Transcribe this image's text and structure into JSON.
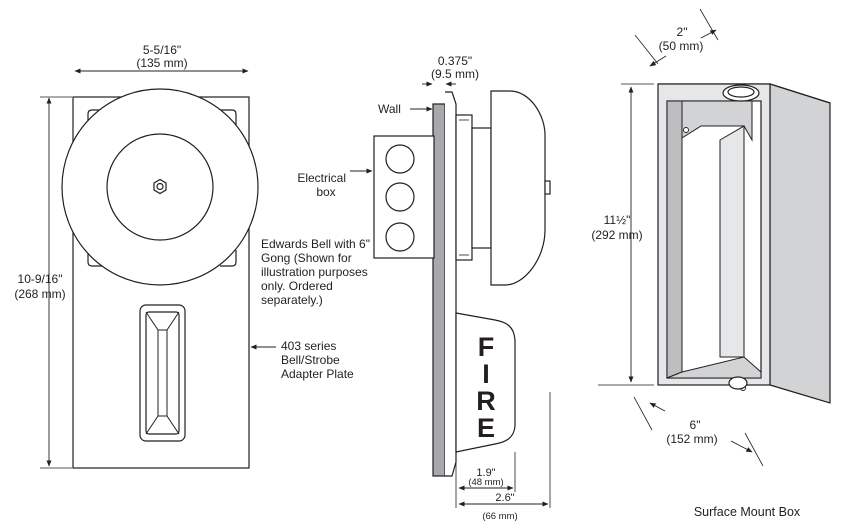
{
  "front_view": {
    "width_in": "5-5/16\"",
    "width_mm": "(135 mm)",
    "height_in": "10-9/16\"",
    "height_mm": "(268 mm)"
  },
  "side_view": {
    "plate_thickness_in": "0.375\"",
    "plate_thickness_mm": "(9.5 mm)",
    "wall_label": "Wall",
    "electrical_box_label_1": "Electrical",
    "electrical_box_label_2": "box",
    "bell_note": [
      "Edwards Bell with 6\"",
      "Gong (Shown for",
      "illustration purposes",
      "only. Ordered",
      "separately.)"
    ],
    "plate_label": [
      "403 series",
      "Bell/Strobe",
      "Adapter Plate"
    ],
    "strobe_text": [
      "F",
      "I",
      "R",
      "E"
    ],
    "depth1_in": "1.9\"",
    "depth1_mm": "(48 mm)",
    "depth2_in": "2.6\"",
    "depth2_mm": "(66 mm)"
  },
  "surface_box": {
    "depth_in": "2\"",
    "depth_mm": "(50 mm)",
    "height_in": "11½\"",
    "height_mm": "(292 mm)",
    "width_in": "6\"",
    "width_mm": "(152 mm)",
    "caption": "Surface Mount Box"
  }
}
